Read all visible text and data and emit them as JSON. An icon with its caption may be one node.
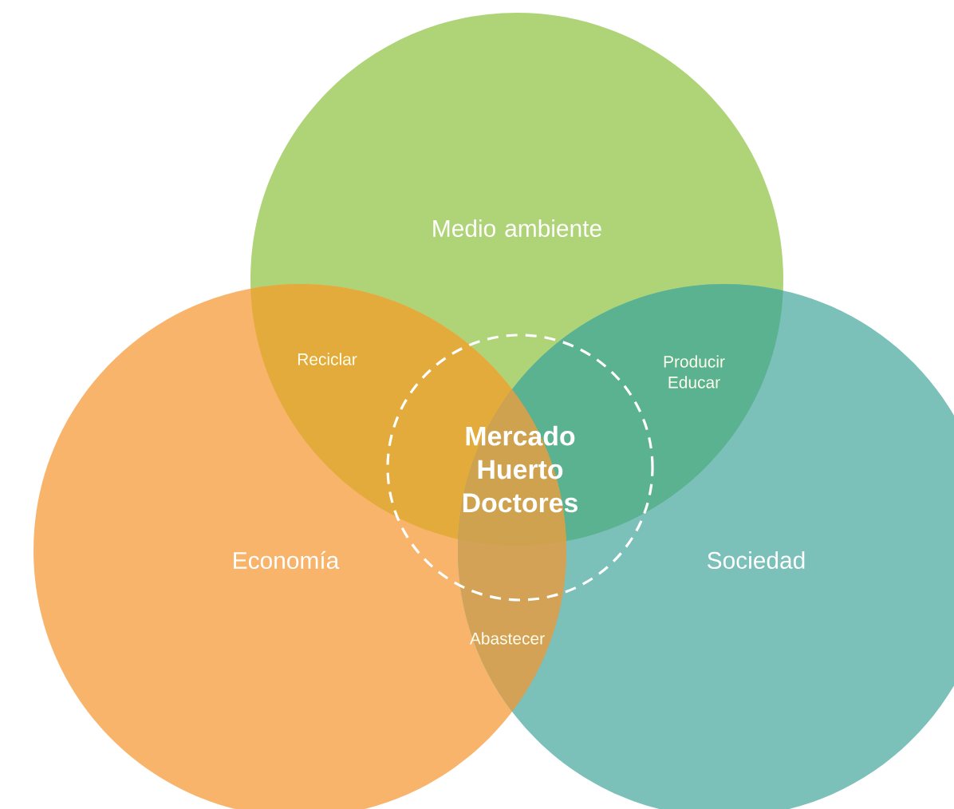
{
  "diagram": {
    "nodes": [
      {
        "text": [
          "Medio ambiente"
        ]
      },
      {
        "text": [
          "Economía"
        ]
      },
      {
        "text": [
          "Sociedad"
        ]
      },
      {
        "text": [
          "Mercado Huerto Doctores"
        ]
      }
    ],
    "labels": [
      "Reciclar",
      "Producir Educar",
      "Abastecer"
    ]
  }
}
